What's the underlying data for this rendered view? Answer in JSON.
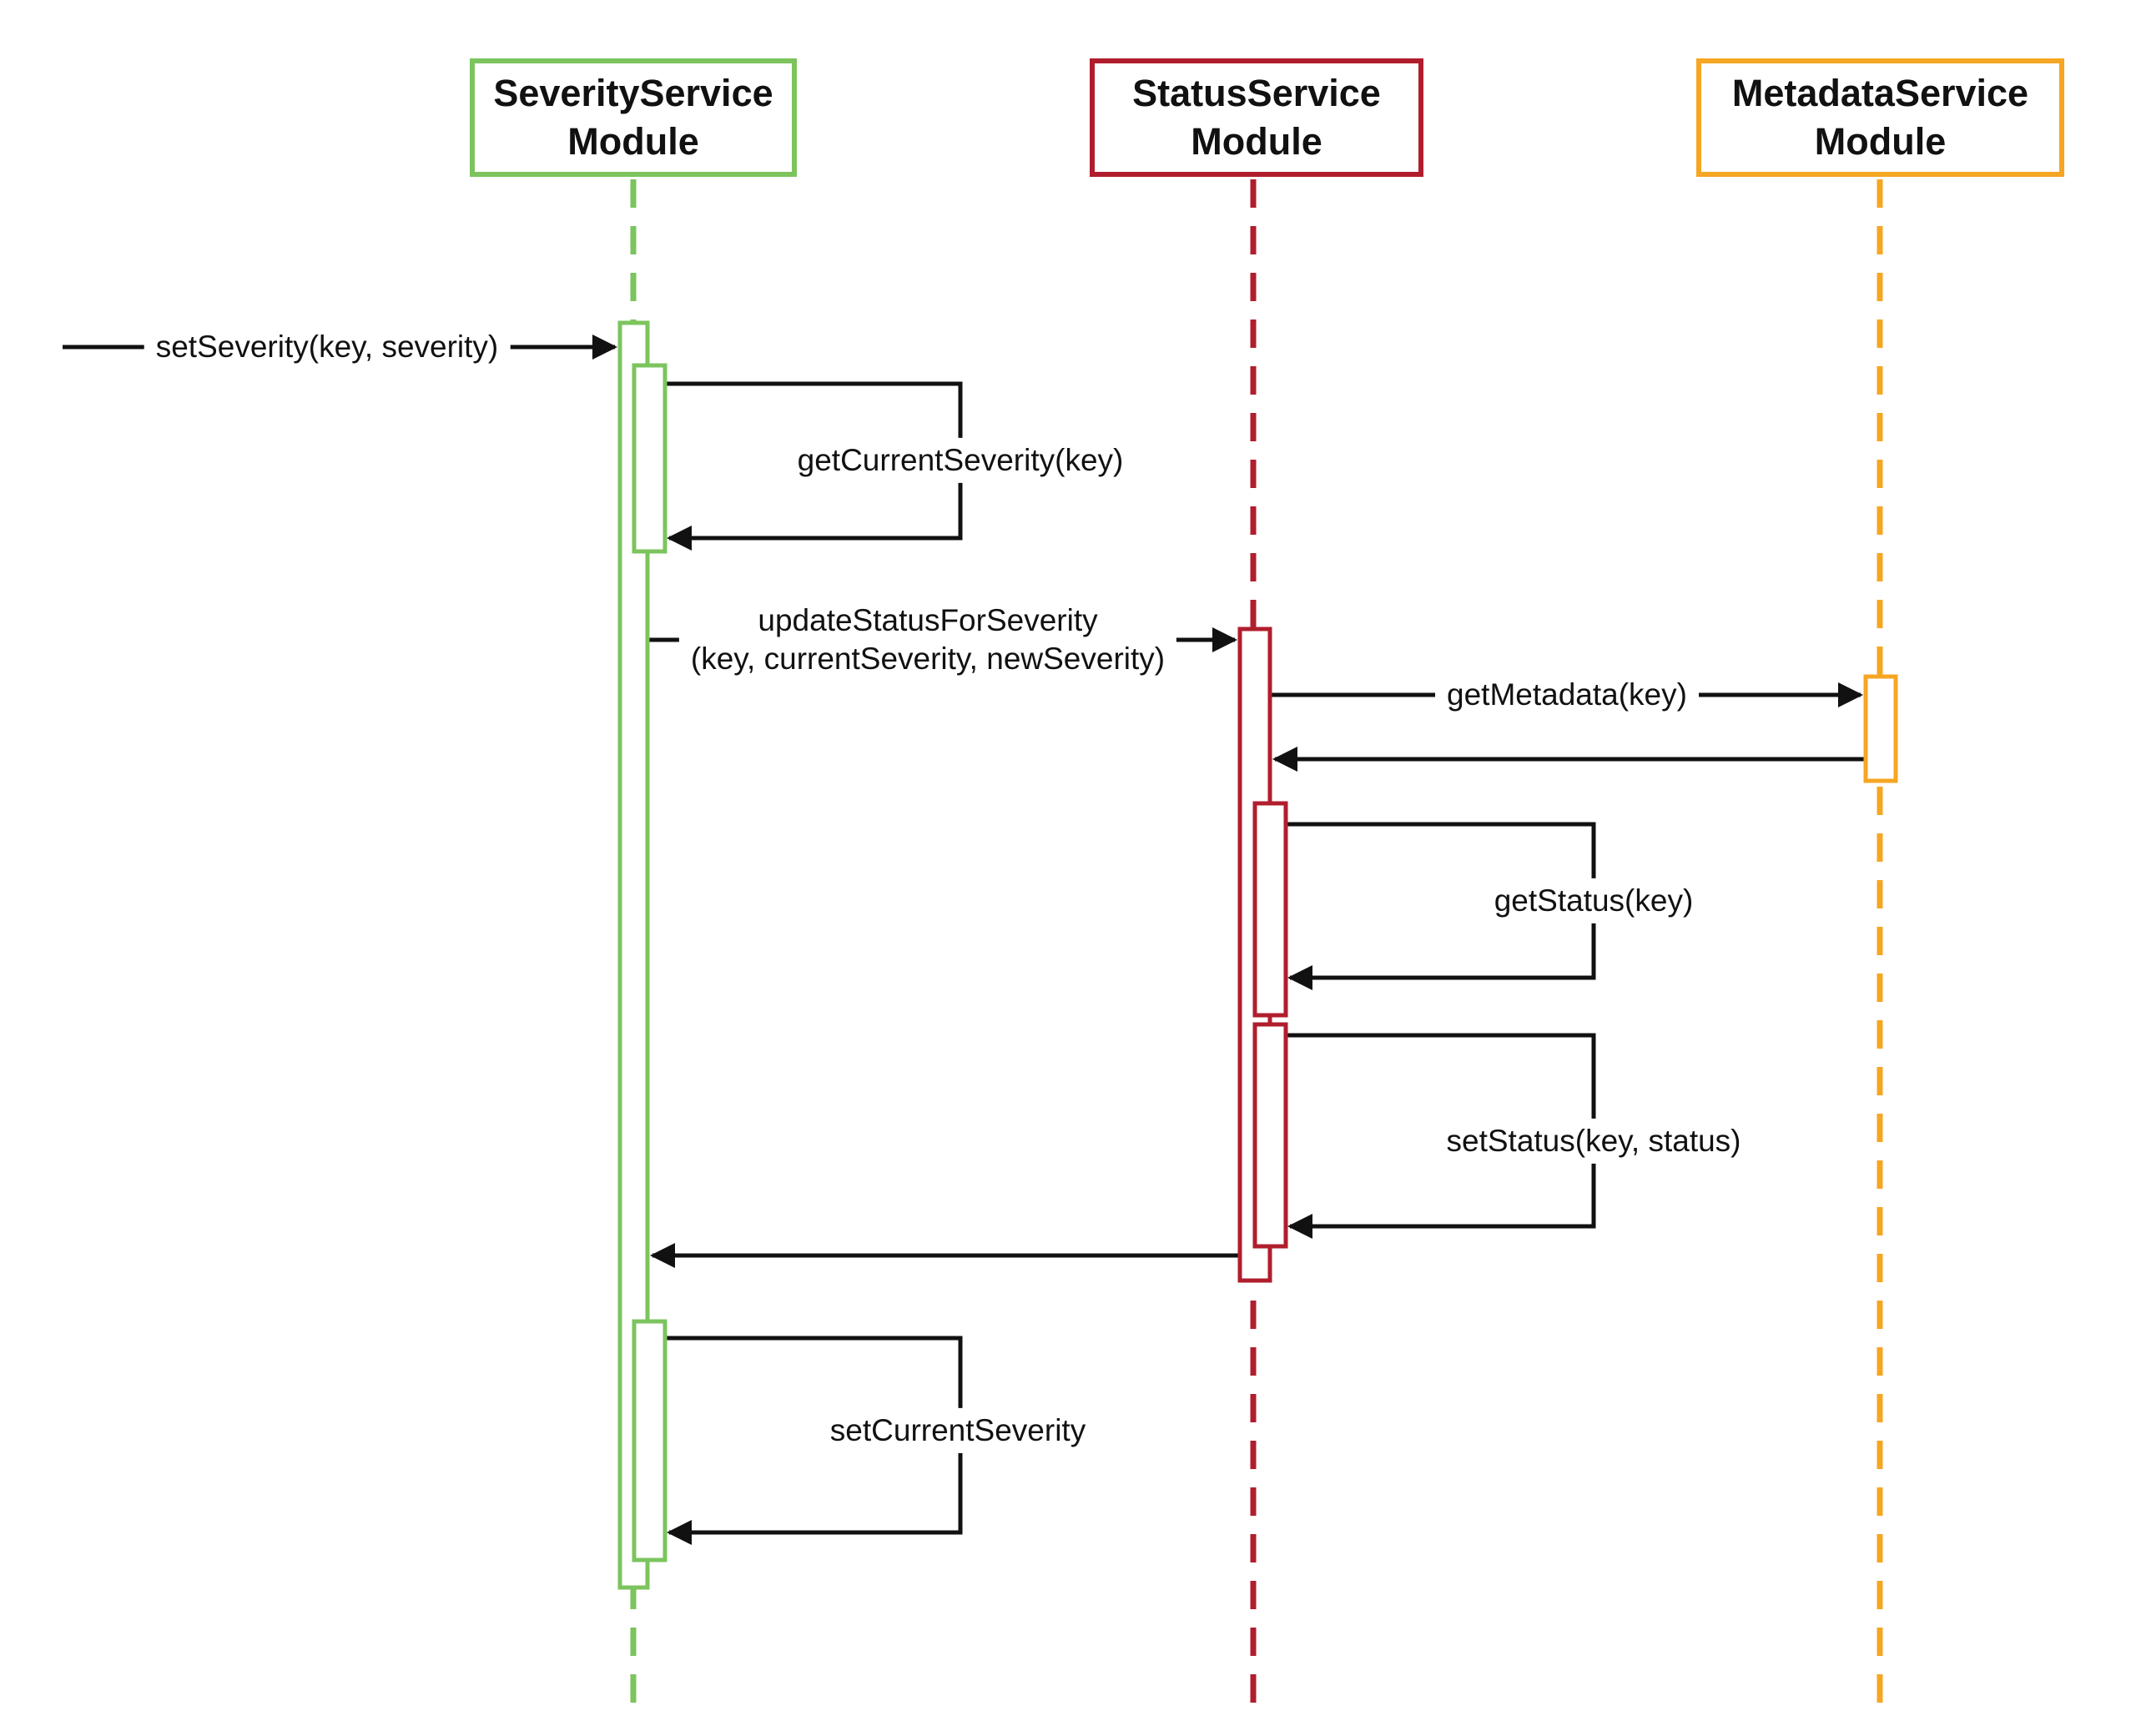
{
  "diagram": {
    "type": "sequence-diagram",
    "participants": [
      {
        "id": "severity-service",
        "line1": "SeverityService",
        "line2": "Module",
        "color": "#7CC45E"
      },
      {
        "id": "status-service",
        "line1": "StatusService",
        "line2": "Module",
        "color": "#B01E2E"
      },
      {
        "id": "metadata-service",
        "line1": "MetadataService",
        "line2": "Module",
        "color": "#F5A623"
      }
    ],
    "messages": [
      {
        "id": "set-severity",
        "label": "setSeverity(key, severity)",
        "from": "external",
        "to": "severity-service",
        "kind": "call"
      },
      {
        "id": "get-current-severity",
        "label": "getCurrentSeverity(key)",
        "from": "severity-service",
        "to": "severity-service",
        "kind": "self-call"
      },
      {
        "id": "update-status-for-severity",
        "label": "updateStatusForSeverity",
        "label2": "(key, currentSeverity, newSeverity)",
        "from": "severity-service",
        "to": "status-service",
        "kind": "call"
      },
      {
        "id": "get-metadata",
        "label": "getMetadata(key)",
        "from": "status-service",
        "to": "metadata-service",
        "kind": "call"
      },
      {
        "id": "metadata-return",
        "label": "",
        "from": "metadata-service",
        "to": "status-service",
        "kind": "return"
      },
      {
        "id": "get-status",
        "label": "getStatus(key)",
        "from": "status-service",
        "to": "status-service",
        "kind": "self-call"
      },
      {
        "id": "set-status",
        "label": "setStatus(key, status)",
        "from": "status-service",
        "to": "status-service",
        "kind": "self-call"
      },
      {
        "id": "status-return",
        "label": "",
        "from": "status-service",
        "to": "severity-service",
        "kind": "return"
      },
      {
        "id": "set-current-severity",
        "label": "setCurrentSeverity",
        "from": "severity-service",
        "to": "severity-service",
        "kind": "self-call"
      }
    ],
    "colors": {
      "arrow": "#111111",
      "text": "#111111",
      "background": "#ffffff"
    }
  }
}
